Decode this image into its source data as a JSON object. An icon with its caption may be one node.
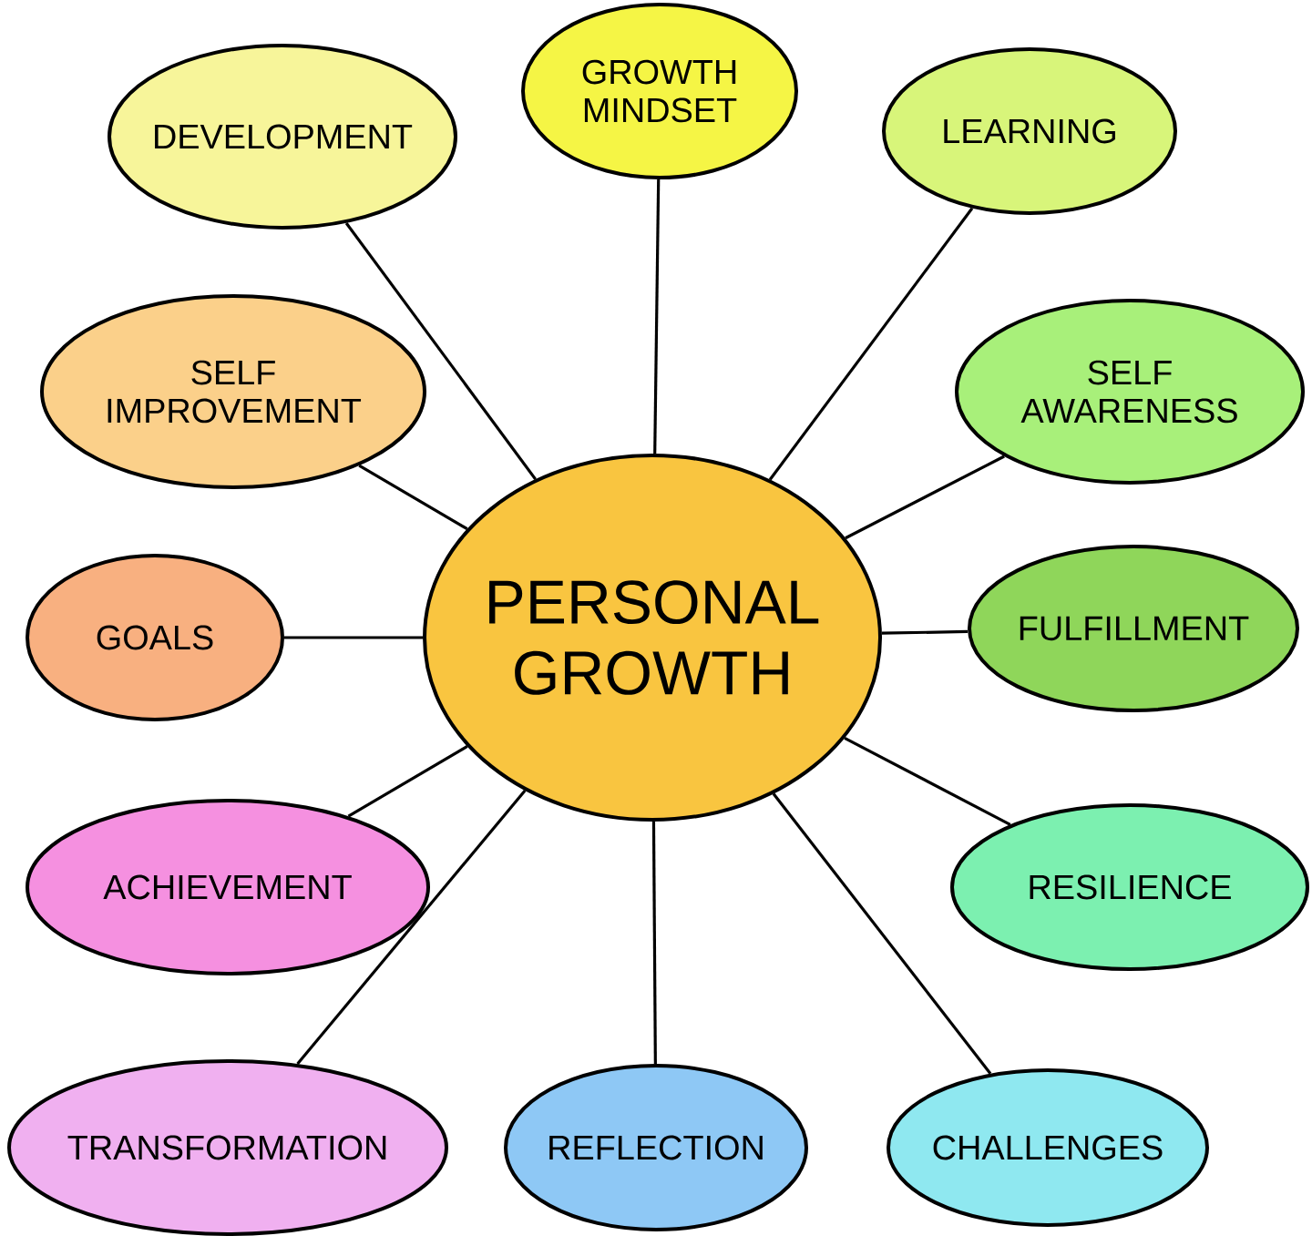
{
  "diagram": {
    "nodes": [
      {
        "text": [
          "PERSONAL GROWTH"
        ]
      },
      {
        "text": [
          "DEVELOPMENT"
        ]
      },
      {
        "text": [
          "GROWTH MINDSET"
        ]
      },
      {
        "text": [
          "LEARNING"
        ]
      },
      {
        "text": [
          "SELF AWARENESS"
        ]
      },
      {
        "text": [
          "FULFILLMENT"
        ]
      },
      {
        "text": [
          "RESILIENCE"
        ]
      },
      {
        "text": [
          "CHALLENGES"
        ]
      },
      {
        "text": [
          "REFLECTION"
        ]
      },
      {
        "text": [
          "TRANSFORMATION"
        ]
      },
      {
        "text": [
          "ACHIEVEMENT"
        ]
      },
      {
        "text": [
          "GOALS"
        ]
      },
      {
        "text": [
          "SELF IMPROVEMENT"
        ]
      }
    ],
    "edges": [
      {
        "from": 0,
        "to": 1,
        "arrow": "none"
      },
      {
        "from": 0,
        "to": 2,
        "arrow": "none"
      },
      {
        "from": 0,
        "to": 3,
        "arrow": "none"
      },
      {
        "from": 0,
        "to": 4,
        "arrow": "none"
      },
      {
        "from": 0,
        "to": 5,
        "arrow": "none"
      },
      {
        "from": 0,
        "to": 6,
        "arrow": "none"
      },
      {
        "from": 0,
        "to": 7,
        "arrow": "none"
      },
      {
        "from": 0,
        "to": 8,
        "arrow": "none"
      },
      {
        "from": 0,
        "to": 9,
        "arrow": "none"
      },
      {
        "from": 0,
        "to": 10,
        "arrow": "none"
      },
      {
        "from": 0,
        "to": 11,
        "arrow": "none"
      },
      {
        "from": 0,
        "to": 12,
        "arrow": "none"
      }
    ]
  }
}
